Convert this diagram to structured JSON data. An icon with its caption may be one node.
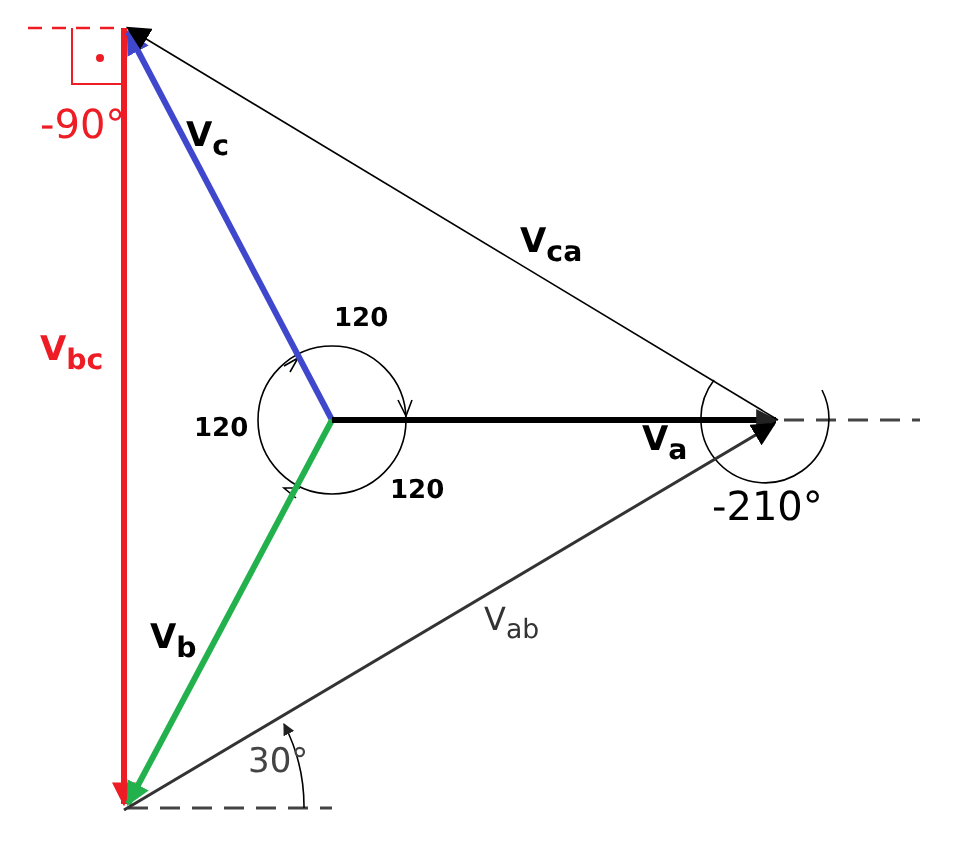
{
  "diagram": {
    "labels": [
      "-90°",
      "V$_{c}$",
      "V$_{ca}$",
      "120",
      "V$_{bc}$",
      "120",
      "V$_{a}$",
      "120",
      "-210°",
      "V$_{b}$",
      "V$_{ab}$",
      "30°"
    ]
  }
}
